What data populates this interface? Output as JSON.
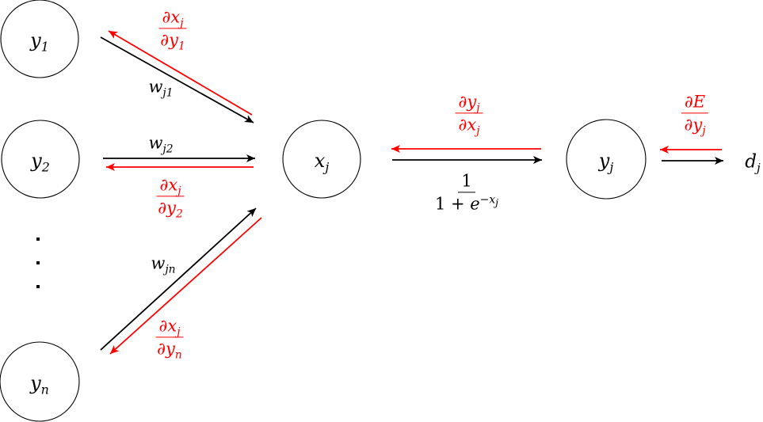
{
  "colors": {
    "forward_arrow": "#000000",
    "backward_arrow": "#fe0000",
    "node_stroke": "#000000",
    "background": "#ffffff"
  },
  "nodes": {
    "y1": {
      "main": "y",
      "sub": "1"
    },
    "y2": {
      "main": "y",
      "sub": "2"
    },
    "yn": {
      "main": "y",
      "sub": "n"
    },
    "xj": {
      "main": "x",
      "sub": "j"
    },
    "yj": {
      "main": "y",
      "sub": "j"
    },
    "dj": {
      "main": "d",
      "sub": "j"
    }
  },
  "weights": {
    "wj1": {
      "main": "w",
      "sub": "j1"
    },
    "wj2": {
      "main": "w",
      "sub": "j2"
    },
    "wjn": {
      "main": "w",
      "sub": "jn"
    }
  },
  "gradients": {
    "dxj_dy1": {
      "num": "∂x",
      "num_sub": "j",
      "den": "∂y",
      "den_sub": "1"
    },
    "dxj_dy2": {
      "num": "∂x",
      "num_sub": "j",
      "den": "∂y",
      "den_sub": "2"
    },
    "dxj_dyn": {
      "num": "∂x",
      "num_sub": "j",
      "den": "∂y",
      "den_sub": "n"
    },
    "dyj_dxj": {
      "num": "∂y",
      "num_sub": "j",
      "den": "∂x",
      "den_sub": "j"
    },
    "dE_dyj": {
      "num": "∂E",
      "num_sub": "",
      "den": "∂y",
      "den_sub": "j"
    }
  },
  "activation": {
    "num": "1",
    "den_pre": "1 + ",
    "den_e": "e",
    "exp": "−x",
    "exp_sub": "j"
  },
  "ellipsis": "vertical-dots-between-y2-and-yn"
}
